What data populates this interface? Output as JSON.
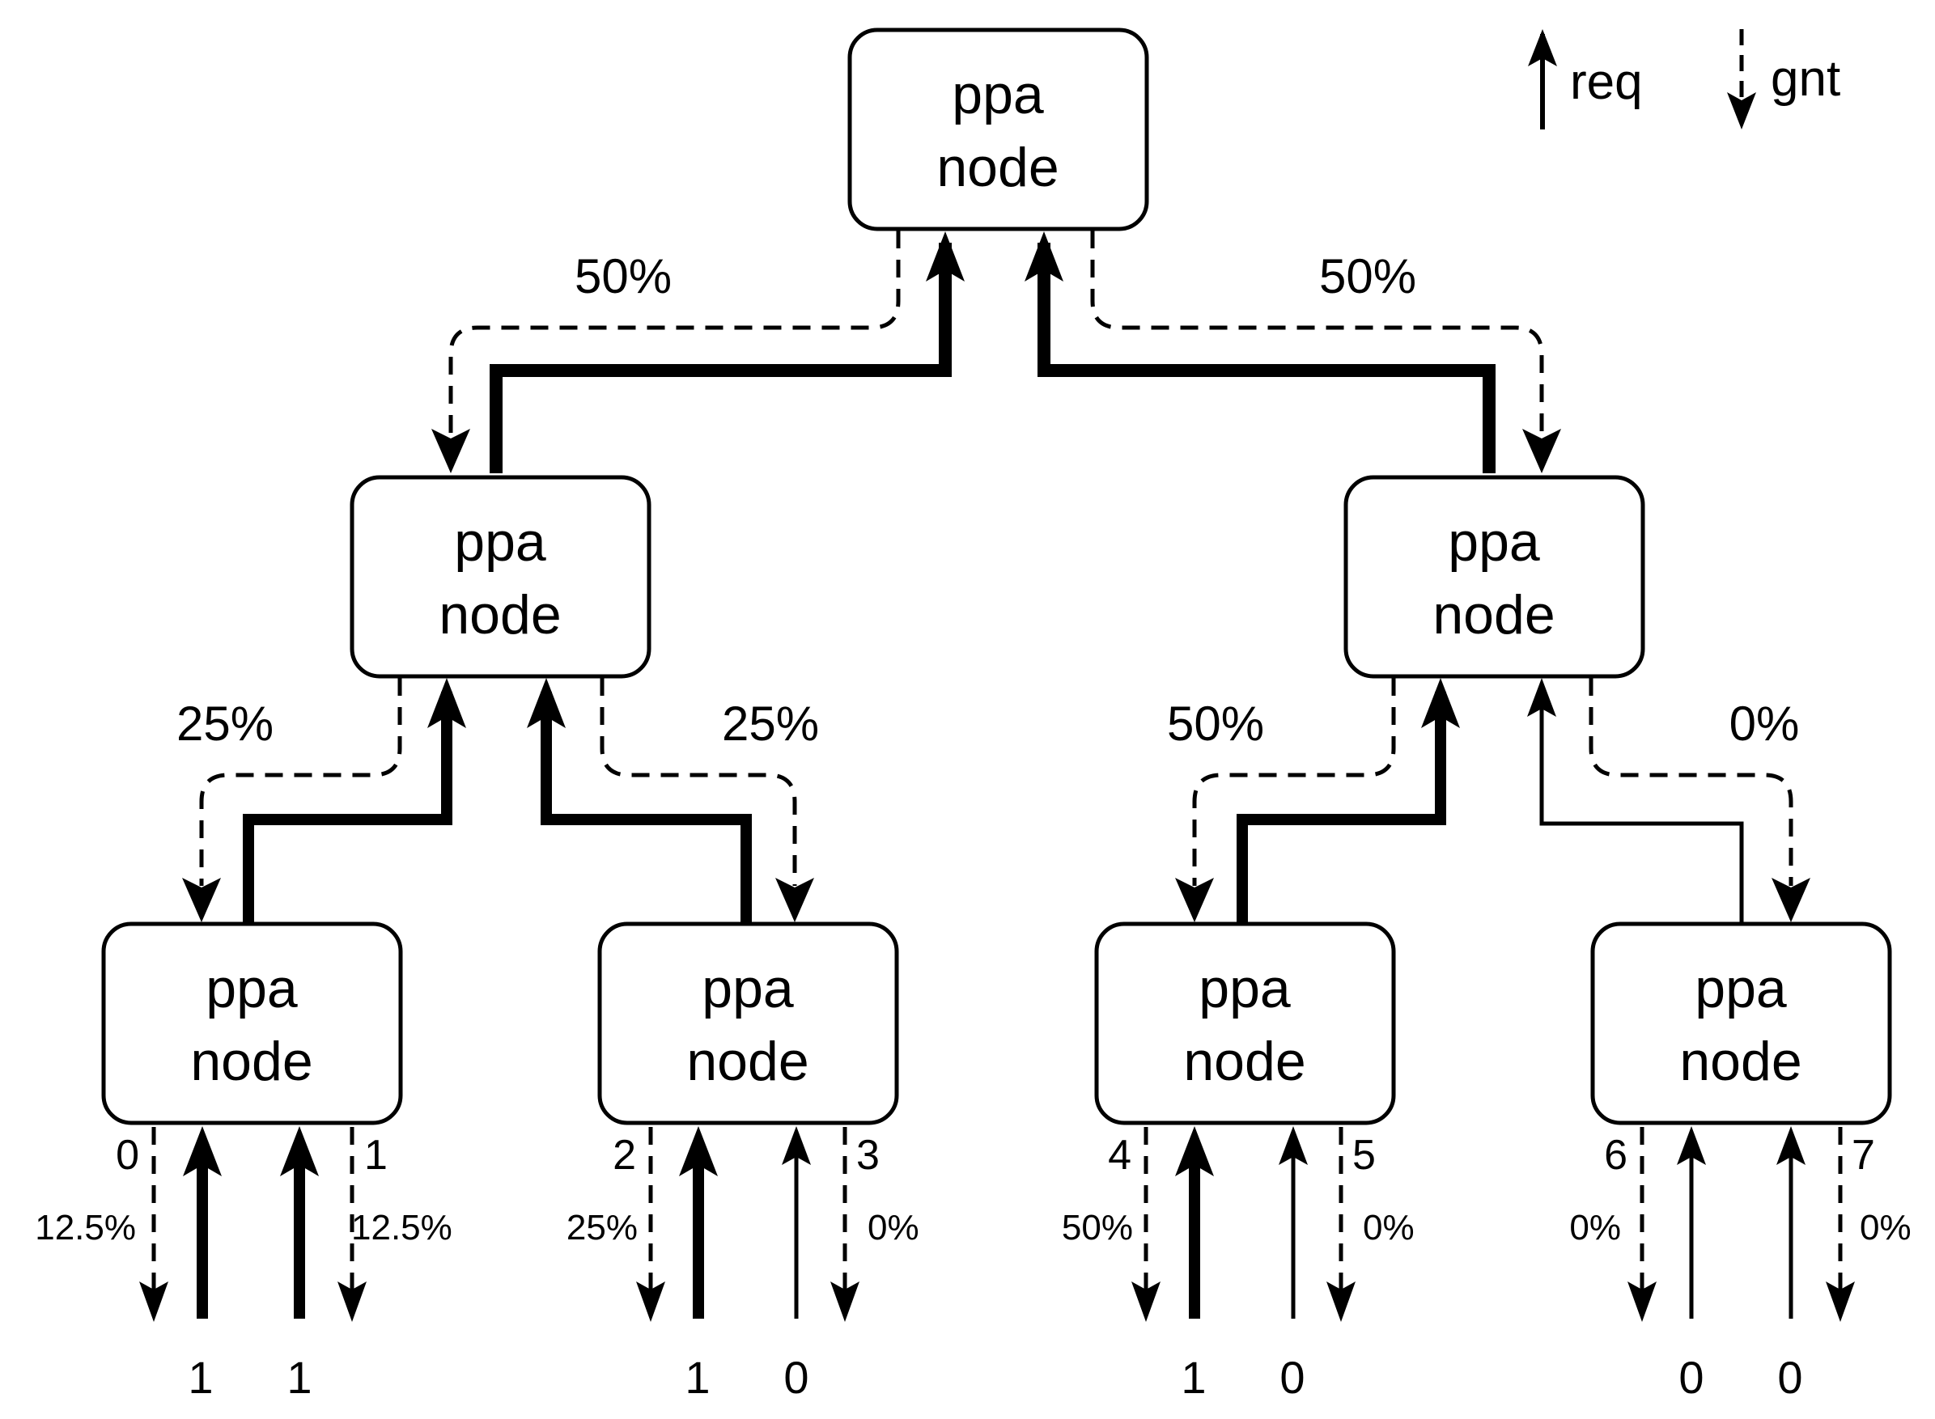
{
  "legend": {
    "req": {
      "label": "req",
      "line": "solid"
    },
    "gnt": {
      "label": "gnt",
      "line": "dashed"
    }
  },
  "nodes": [
    {
      "id": "root",
      "line1": "ppa",
      "line2": "node"
    },
    {
      "id": "mid-left",
      "line1": "ppa",
      "line2": "node"
    },
    {
      "id": "mid-right",
      "line1": "ppa",
      "line2": "node"
    },
    {
      "id": "leaf-0",
      "line1": "ppa",
      "line2": "node"
    },
    {
      "id": "leaf-1",
      "line1": "ppa",
      "line2": "node"
    },
    {
      "id": "leaf-2",
      "line1": "ppa",
      "line2": "node"
    },
    {
      "id": "leaf-3",
      "line1": "ppa",
      "line2": "node"
    }
  ],
  "edges": [
    {
      "from": "mid-left",
      "to": "root",
      "req_active": true,
      "grant_share": "50%"
    },
    {
      "from": "mid-right",
      "to": "root",
      "req_active": true,
      "grant_share": "50%"
    },
    {
      "from": "leaf-0",
      "to": "mid-left",
      "req_active": true,
      "grant_share": "25%"
    },
    {
      "from": "leaf-1",
      "to": "mid-left",
      "req_active": true,
      "grant_share": "25%"
    },
    {
      "from": "leaf-2",
      "to": "mid-right",
      "req_active": true,
      "grant_share": "50%"
    },
    {
      "from": "leaf-3",
      "to": "mid-right",
      "req_active": false,
      "grant_share": "0%"
    }
  ],
  "ports": [
    {
      "index": "0",
      "req": "1",
      "grant_share": "12.5%"
    },
    {
      "index": "1",
      "req": "1",
      "grant_share": "12.5%"
    },
    {
      "index": "2",
      "req": "1",
      "grant_share": "25%"
    },
    {
      "index": "3",
      "req": "0",
      "grant_share": "0%"
    },
    {
      "index": "4",
      "req": "1",
      "grant_share": "50%"
    },
    {
      "index": "5",
      "req": "0",
      "grant_share": "0%"
    },
    {
      "index": "6",
      "req": "0",
      "grant_share": "0%"
    },
    {
      "index": "7",
      "req": "0",
      "grant_share": "0%"
    }
  ],
  "colors": {
    "stroke": "#000000",
    "background": "#ffffff"
  }
}
